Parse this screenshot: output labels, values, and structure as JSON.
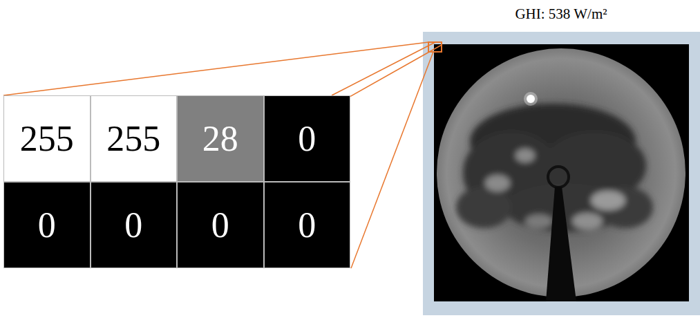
{
  "diagram": {
    "nodes": [
      {
        "text": [
          "255"
        ]
      },
      {
        "text": [
          "255"
        ]
      },
      {
        "text": [
          "28"
        ]
      },
      {
        "text": [
          "0"
        ]
      },
      {
        "text": [
          "0"
        ]
      },
      {
        "text": [
          "0"
        ]
      },
      {
        "text": [
          "0"
        ]
      },
      {
        "text": [
          "0"
        ]
      }
    ],
    "labels": [
      "GHI: 538 W/m²"
    ]
  }
}
